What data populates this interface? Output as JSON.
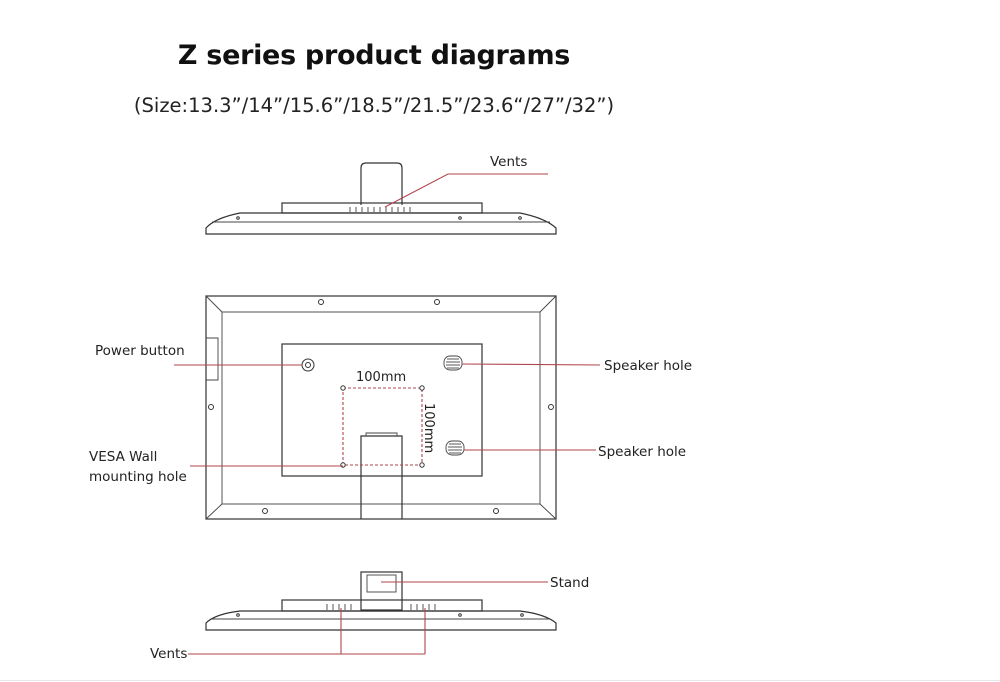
{
  "title": "Z series product diagrams",
  "subtitle": "(Size:13.3”/14”/15.6”/18.5”/21.5”/23.6“/27”/32”)",
  "labels": {
    "top_vents": "Vents",
    "power_button": "Power button",
    "vesa_line1": "VESA Wall",
    "vesa_line2": "mounting hole",
    "speaker_hole_1": "Speaker hole",
    "speaker_hole_2": "Speaker hole",
    "stand": "Stand",
    "bottom_vents": "Vents"
  },
  "dimensions": {
    "vesa_width": "100mm",
    "vesa_height": "100mm"
  },
  "colors": {
    "leader_line": "#b0454b",
    "outline": "#333333"
  }
}
